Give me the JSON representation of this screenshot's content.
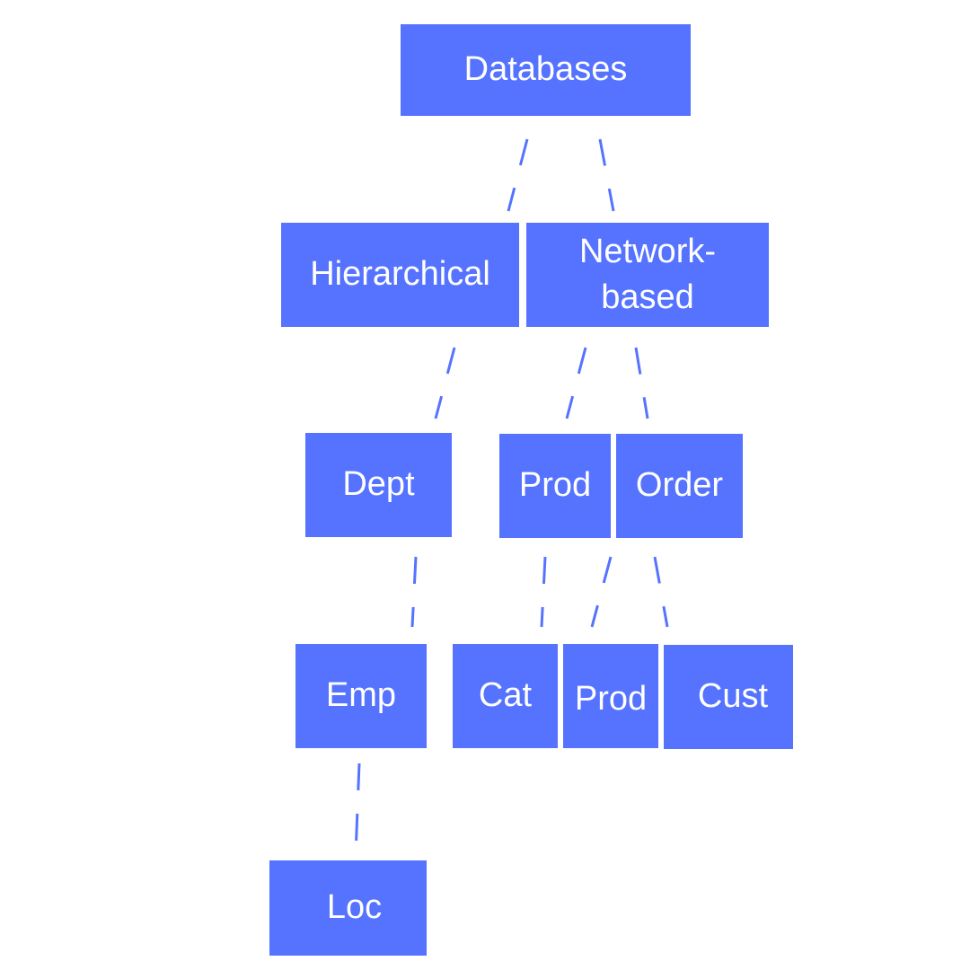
{
  "colors": {
    "node_fill": "#5573FF",
    "connector": "#5573FF",
    "text": "#FFFFFF",
    "background": "#FFFFFF"
  },
  "nodes": [
    {
      "id": "databases",
      "label": "Databases"
    },
    {
      "id": "hierarchical",
      "label": "Hierarchical"
    },
    {
      "id": "network",
      "label": "Network-\nbased"
    },
    {
      "id": "dept",
      "label": "Dept"
    },
    {
      "id": "prod",
      "label": "Prod"
    },
    {
      "id": "order",
      "label": "Order"
    },
    {
      "id": "emp",
      "label": "Emp"
    },
    {
      "id": "cat",
      "label": "Cat"
    },
    {
      "id": "prod2",
      "label": "Prod"
    },
    {
      "id": "cust",
      "label": "Cust"
    },
    {
      "id": "loc",
      "label": "Loc"
    }
  ],
  "edges": [
    {
      "from": "databases",
      "to": "hierarchical"
    },
    {
      "from": "databases",
      "to": "network"
    },
    {
      "from": "hierarchical",
      "to": "dept"
    },
    {
      "from": "network",
      "to": "prod"
    },
    {
      "from": "network",
      "to": "order"
    },
    {
      "from": "dept",
      "to": "emp"
    },
    {
      "from": "prod",
      "to": "cat"
    },
    {
      "from": "order",
      "to": "prod2"
    },
    {
      "from": "order",
      "to": "cust"
    },
    {
      "from": "emp",
      "to": "loc"
    }
  ]
}
